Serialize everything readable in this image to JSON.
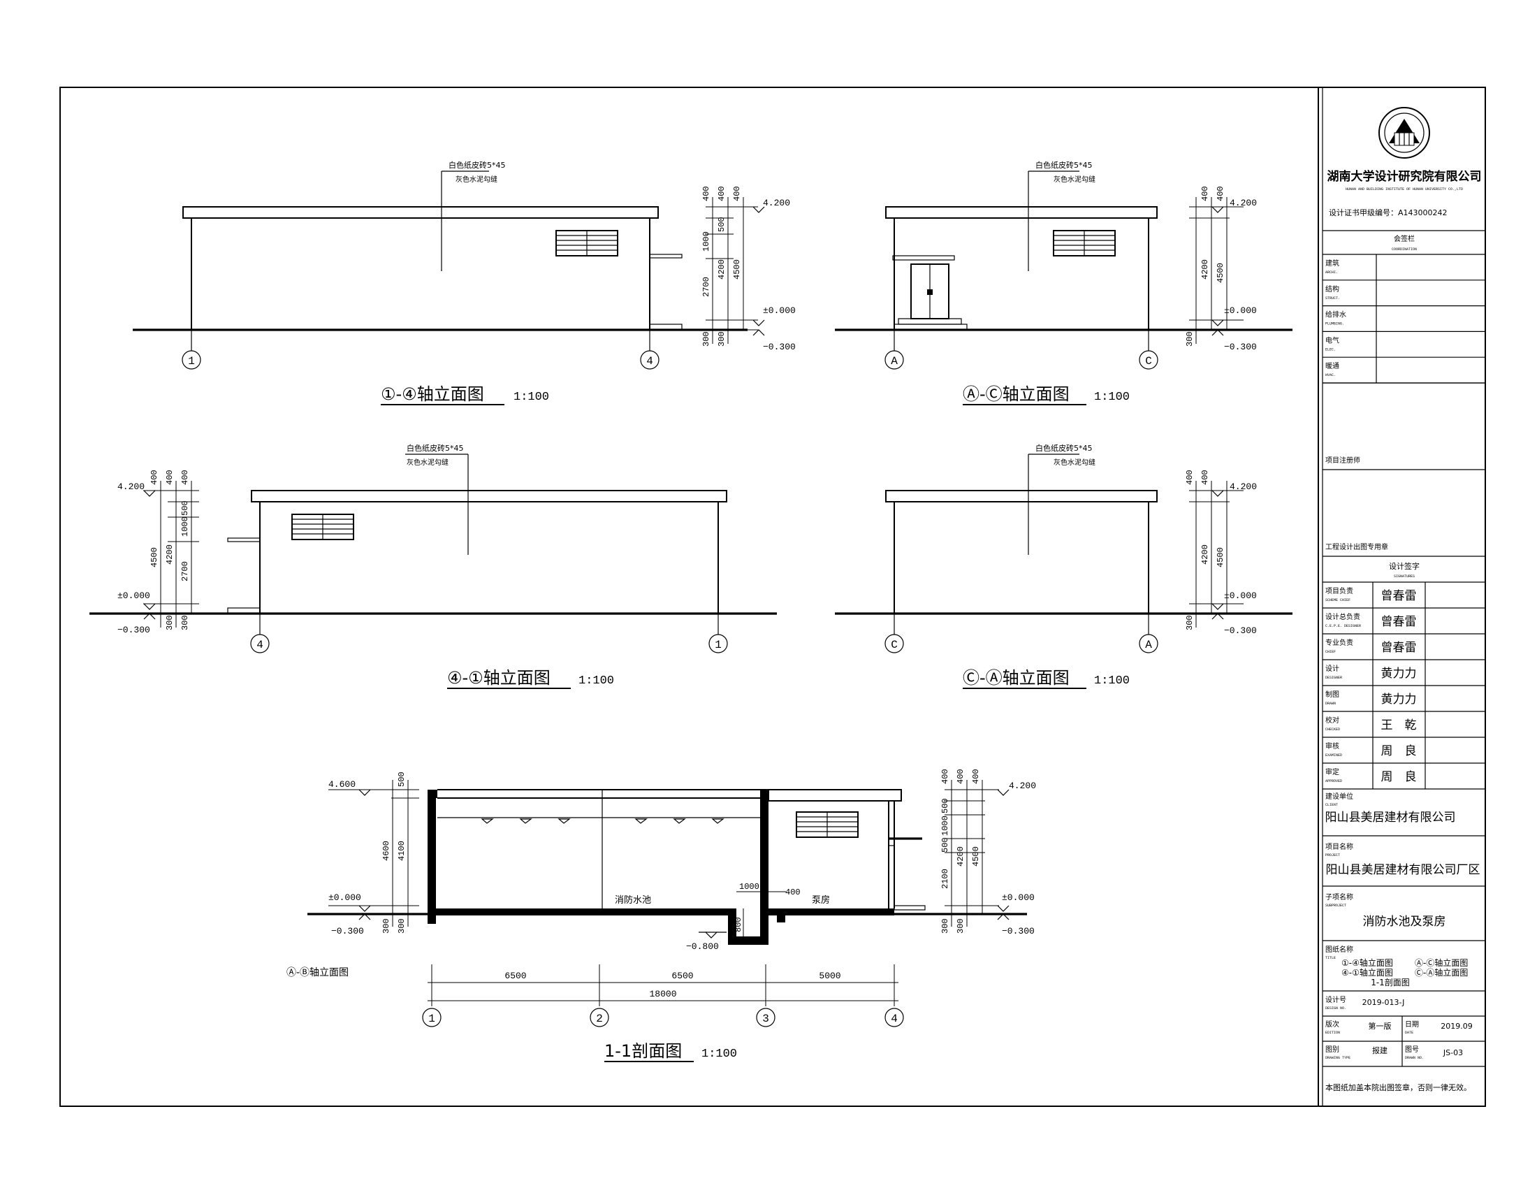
{
  "company": {
    "name_cn": "湖南大学设计研究院有限公司",
    "name_en": "HUNAN AND BUILDING INSTITUTE OF HUNAN UNIVERSITY CO.,LTD",
    "certificate": "设计证书甲级编号：A143000242"
  },
  "cosign": {
    "title": "会签栏",
    "title_en": "COORDINATION",
    "rows": [
      {
        "cn": "建筑",
        "en": "ARCHI."
      },
      {
        "cn": "结构",
        "en": "STRUCT."
      },
      {
        "cn": "给排水",
        "en": "PLUMBING."
      },
      {
        "cn": "电气",
        "en": "ELEC."
      },
      {
        "cn": "暖通",
        "en": "HVAC."
      }
    ]
  },
  "registered_architect": "项目注册师",
  "seal_area": "工程设计出图专用章",
  "signatures": {
    "title": "设计签字",
    "title_en": "SIGNATURES",
    "rows": [
      {
        "cn": "项目负责",
        "en": "SCHEME CHIEF",
        "name": "曾春雷"
      },
      {
        "cn": "设计总负责",
        "en": "C.E.P.E. DESIGNER",
        "name": "曾春雷"
      },
      {
        "cn": "专业负责",
        "en": "CHIEF",
        "name": "曾春雷"
      },
      {
        "cn": "设计",
        "en": "DESIGNER",
        "name": "黄力力"
      },
      {
        "cn": "制图",
        "en": "DRAWN",
        "name": "黄力力"
      },
      {
        "cn": "校对",
        "en": "CHECKED",
        "name": "王　乾"
      },
      {
        "cn": "审核",
        "en": "EXAMINED",
        "name": "周　良"
      },
      {
        "cn": "审定",
        "en": "APPROVED",
        "name": "周　良"
      }
    ]
  },
  "client": {
    "label_cn": "建设单位",
    "label_en": "CLIENT",
    "value": "阳山县美居建材有限公司"
  },
  "project": {
    "label_cn": "项目名称",
    "label_en": "PROJECT",
    "value": "阳山县美居建材有限公司厂区"
  },
  "subproject": {
    "label_cn": "子项名称",
    "label_en": "SUBPROJECT",
    "value": "消防水池及泵房"
  },
  "drawing_title": {
    "label_cn": "图纸名称",
    "label_en": "TITLE",
    "line1a": "①-④轴立面图",
    "line1b": "Ⓐ-Ⓒ轴立面图",
    "line2a": "④-①轴立面图",
    "line2b": "Ⓒ-Ⓐ轴立面图",
    "line3": "1-1剖面图"
  },
  "design_no": {
    "label_cn": "设计号",
    "label_en": "DESIGN NO.",
    "value": "2019-013-J"
  },
  "edition": {
    "label_cn": "版次",
    "label_en": "EDITION",
    "value": "第一版"
  },
  "date": {
    "label_cn": "日期",
    "label_en": "DATE",
    "value": "2019.09"
  },
  "drawing_type": {
    "label_cn": "图别",
    "label_en": "DRAWING TYPE",
    "value": "报建"
  },
  "drawing_no": {
    "label_cn": "图号",
    "label_en": "DRAWN NO.",
    "value": "JS-03"
  },
  "footer_note": "本图纸加盖本院出图签章，否则一律无效。",
  "views": {
    "v1": {
      "title": "①-④轴立面图",
      "scale": "1:100",
      "note1": "白色纸皮砖5*45",
      "note2": "灰色水泥勾缝",
      "axis_left": "1",
      "axis_right": "4",
      "dims": [
        "400",
        "400",
        "400",
        "500",
        "1000",
        "2700",
        "4200",
        "4500",
        "300",
        "300"
      ],
      "levels": [
        "4.200",
        "±0.000",
        "−0.300"
      ]
    },
    "v2": {
      "title": "Ⓐ-Ⓒ轴立面图",
      "scale": "1:100",
      "note1": "白色纸皮砖5*45",
      "note2": "灰色水泥勾缝",
      "axis_left": "A",
      "axis_right": "C",
      "dims": [
        "400",
        "400",
        "4200",
        "4500",
        "300"
      ],
      "levels": [
        "4.200",
        "±0.000",
        "−0.300"
      ]
    },
    "v3": {
      "title": "④-①轴立面图",
      "scale": "1:100",
      "note1": "白色纸皮砖5*45",
      "note2": "灰色水泥勾缝",
      "axis_left": "4",
      "axis_right": "1",
      "dims": [
        "400",
        "400",
        "400",
        "500",
        "1000",
        "2700",
        "4200",
        "4500",
        "300",
        "300"
      ],
      "levels": [
        "4.200",
        "±0.000",
        "−0.300"
      ]
    },
    "v4": {
      "title": "Ⓒ-Ⓐ轴立面图",
      "scale": "1:100",
      "note1": "白色纸皮砖5*45",
      "note2": "灰色水泥勾缝",
      "axis_left": "C",
      "axis_right": "A",
      "dims": [
        "400",
        "400",
        "4200",
        "4500",
        "300"
      ],
      "levels": [
        "4.200",
        "±0.000",
        "−0.300"
      ]
    },
    "section": {
      "title": "1-1剖面图",
      "scale": "1:100",
      "side_label": "Ⓐ-Ⓑ轴立面图",
      "room1": "消防水池",
      "room2": "泵房",
      "levels_left": [
        "4.600",
        "±0.000",
        "−0.300"
      ],
      "levels_right": [
        "4.200",
        "±0.000",
        "−0.300"
      ],
      "level_pit": "−0.800",
      "dims_left": [
        "500",
        "4600",
        "4100",
        "300",
        "300"
      ],
      "dims_right": [
        "400",
        "400",
        "400",
        "500",
        "1000",
        "500",
        "2100",
        "4200",
        "4500",
        "300",
        "300"
      ],
      "dims_pit": [
        "1000",
        "400",
        "800"
      ],
      "spans": [
        "6500",
        "6500",
        "5000"
      ],
      "total": "18000",
      "axes": [
        "1",
        "2",
        "3",
        "4"
      ]
    }
  }
}
